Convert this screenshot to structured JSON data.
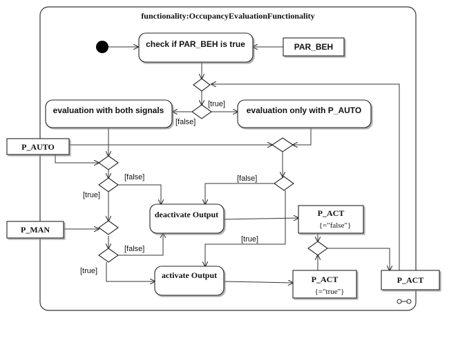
{
  "title": "functionality:OccupancyEvaluationFunctionality",
  "actions": {
    "check": "check if PAR_BEH is true",
    "eval_both": "evaluation with both signals",
    "eval_auto": "evaluation only with P_AUTO",
    "deactivate": "deactivate Output",
    "activate": "activate Output"
  },
  "pins": {
    "par_beh": "PAR_BEH",
    "p_auto": "P_AUTO",
    "p_man": "P_MAN",
    "p_act_false": "P_ACT",
    "p_act_false_value": "{=\"false\"}",
    "p_act_true": "P_ACT",
    "p_act_true_value": "{=\"true\"}",
    "p_act_out": "P_ACT"
  },
  "guards": {
    "true_main": "[true]",
    "false_main": "[false]",
    "false_1": "[false]",
    "true_1": "[true]",
    "false_2": "[false]",
    "true_2": "[true]",
    "false_3": "[false]",
    "true_3": "[true]"
  },
  "icons": {
    "initial": "initial-node-icon",
    "rake": "rake-icon"
  }
}
